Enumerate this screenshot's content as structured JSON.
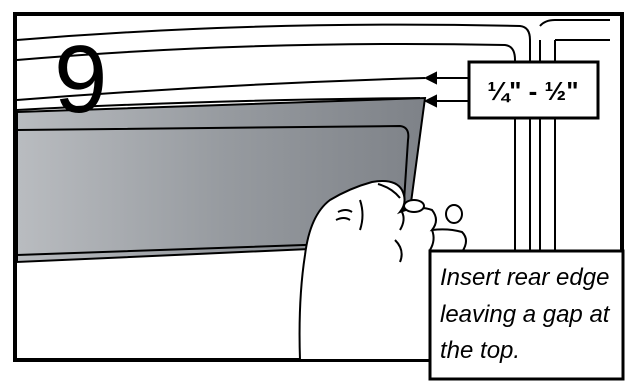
{
  "step_number": "9",
  "dimension_label": "¼\" - ½\"",
  "caption": {
    "lines": [
      "Insert rear edge",
      "leaving a gap at",
      "the top."
    ]
  },
  "colors": {
    "outline": "#000000",
    "panel_fill": "#8a8e94",
    "panel_highlight": "#a8acb0",
    "background": "#ffffff"
  }
}
